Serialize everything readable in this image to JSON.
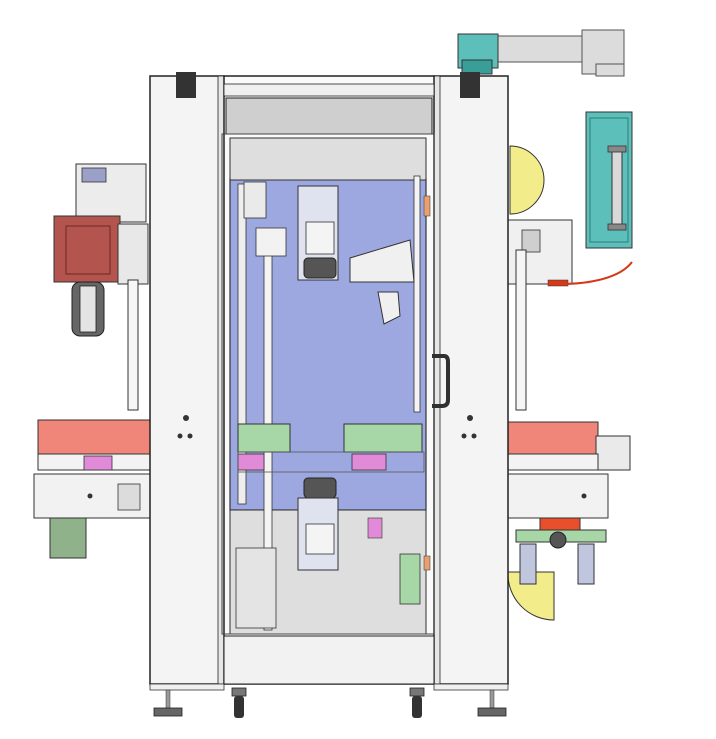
{
  "drawing": {
    "kind": "machine-elevation",
    "labels": []
  },
  "colors": {
    "frame_fill": "#f4f4f4",
    "frame_stroke": "#222222",
    "window_fill": "#9ea8e0",
    "lower_panel_fill": "#dedede",
    "salmon_belt": "#f0857a",
    "dark_red_unit": "#b4544f",
    "tape_roll": "#f2ec8a",
    "teal_panel": "#5cbfb9",
    "teal_dark": "#3a9e98",
    "duct_grey": "#dcdcdc",
    "pink_block": "#e08ad8",
    "green_block": "#a7d6a7",
    "motor_green": "#8fb28a",
    "orange_red": "#e8502c",
    "handle_dark": "#303030",
    "cable_red": "#d43a1a"
  },
  "components": [
    {
      "id": "left-column",
      "icon": "frame-column-icon"
    },
    {
      "id": "right-column",
      "icon": "frame-column-icon"
    },
    {
      "id": "center-door",
      "icon": "door-window-icon"
    },
    {
      "id": "door-handle",
      "icon": "handle-icon"
    },
    {
      "id": "top-duct",
      "icon": "duct-icon"
    },
    {
      "id": "teal-control-panel",
      "icon": "panel-icon"
    },
    {
      "id": "left-taping-head",
      "icon": "taping-head-icon"
    },
    {
      "id": "left-conveyor",
      "icon": "conveyor-icon"
    },
    {
      "id": "right-conveyor",
      "icon": "conveyor-icon"
    },
    {
      "id": "lower-taping-unit",
      "icon": "taping-head-icon"
    },
    {
      "id": "casters",
      "icon": "caster-wheel-icon"
    },
    {
      "id": "leveling-feet",
      "icon": "leveling-foot-icon"
    }
  ]
}
